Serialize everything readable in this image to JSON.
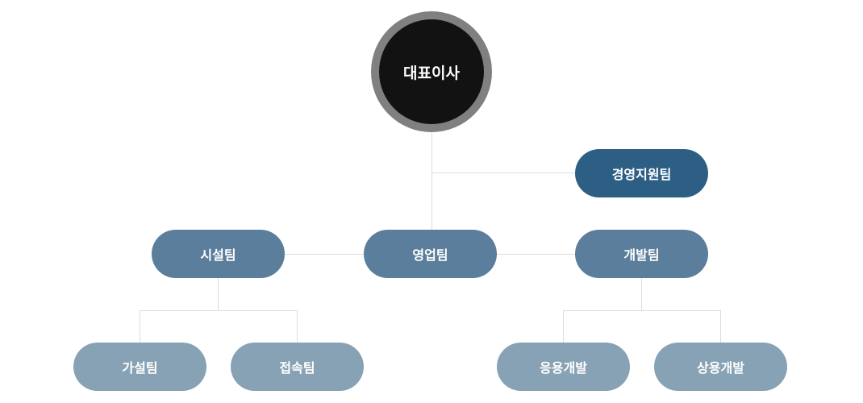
{
  "ceo": {
    "label": "대표이사"
  },
  "support": {
    "label": "경영지원팀"
  },
  "teams": {
    "facility": {
      "label": "시설팀"
    },
    "sales": {
      "label": "영업팀"
    },
    "dev": {
      "label": "개발팀"
    }
  },
  "subteams": {
    "construction": {
      "label": "가설팀"
    },
    "connection": {
      "label": "접속팀"
    },
    "app_dev": {
      "label": "응용개발"
    },
    "commercial_dev": {
      "label": "상용개발"
    }
  },
  "colors": {
    "ceo_ring": "#808080",
    "ceo_fill": "#121212",
    "support": "#2d5f85",
    "team": "#5a7e9b",
    "subteam": "#88a2b5",
    "connector": "#dcdcdc"
  }
}
